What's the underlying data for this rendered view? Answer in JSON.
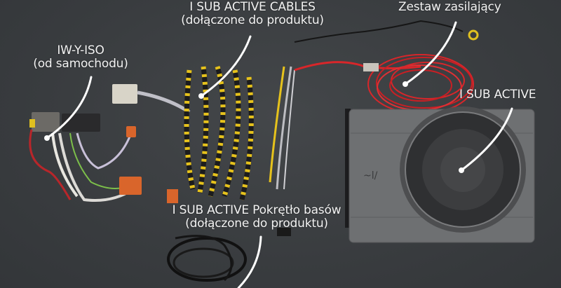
{
  "image": {
    "description": "Product kit photo with annotated components",
    "background_color": "#3b3e41"
  },
  "labels": {
    "cables": {
      "line1": "I SUB ACTIVE CABLES",
      "line2": "(dołączone do produktu)"
    },
    "power": {
      "line1": "Zestaw zasilający"
    },
    "iso": {
      "line1": "IW-Y-ISO",
      "line2": "(od samochodu)"
    },
    "sub": {
      "line1": "I SUB ACTIVE"
    },
    "knob": {
      "line1": "I SUB ACTIVE Pokrętło basów",
      "line2": "(dołączone do produktu)"
    }
  },
  "colors": {
    "pointer": "#ffffff",
    "red_cable": "#d8262a",
    "yellow_stripe": "#e6c21c",
    "orange_connector": "#d9652b",
    "sub_body": "#6f7173",
    "speaker": "#2c2d2f"
  }
}
